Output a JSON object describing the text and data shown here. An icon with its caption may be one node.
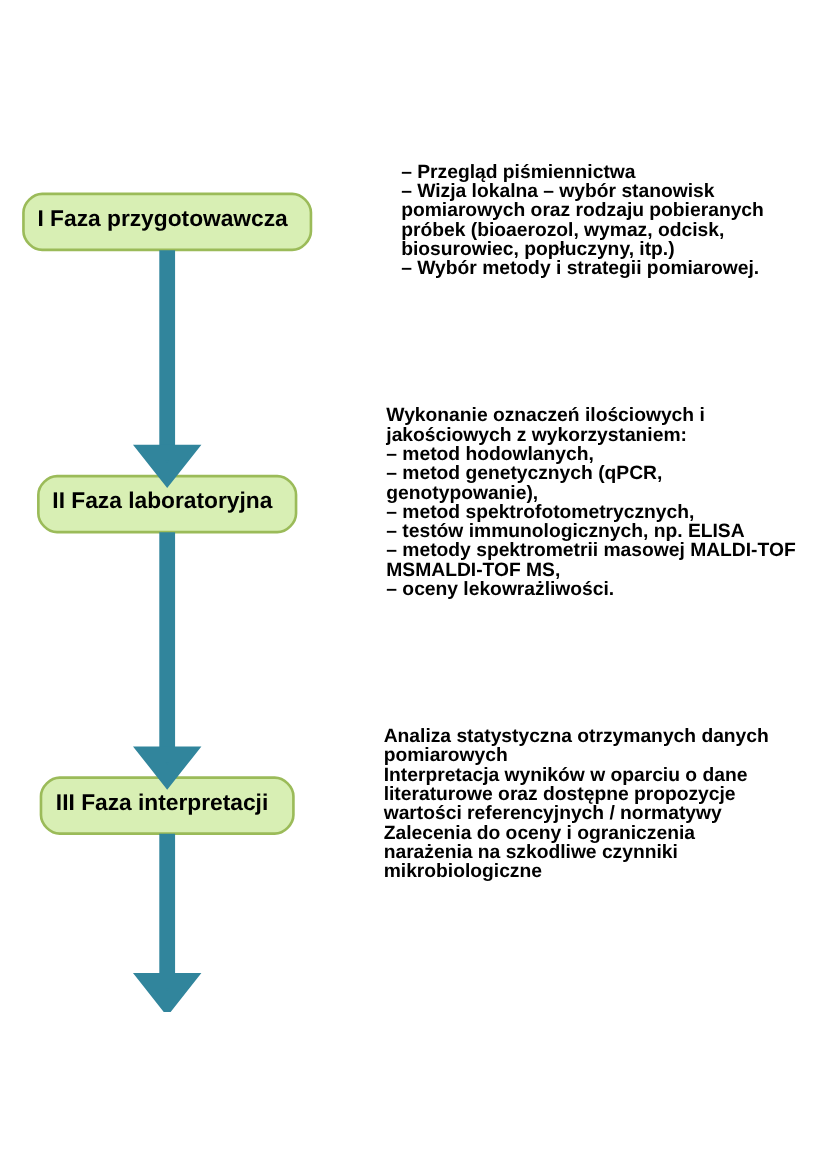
{
  "diagram": {
    "nodes": [
      {
        "text": [
          "I Faza przygotowawcza"
        ],
        "beside": [
          "– Przegląd piśmiennictwa",
          "– Wizja lokalna – wybór stanowisk pomiarowych oraz rodzaju pobieranych próbek (bioaerozol, wymaz, odcisk, biosurowiec, popłuczyny, itp.)",
          "– Wybór metody i strategii pomiarowej."
        ]
      },
      {
        "text": [
          "II Faza laboratoryjna"
        ],
        "beside": [
          "Wykonanie oznaczeń ilościowych i jakościowych z wykorzystaniem:",
          "– metod hodowlanych,",
          "– metod genetycznych (qPCR, genotypowanie),",
          "– metod spektrofotometrycznych,",
          "– testów immunologicznych, np. ELISA",
          "– metody spektrometrii masowej MALDI-TOF MSMALDI-TOF MS,",
          "– oceny lekowrażliwości."
        ]
      },
      {
        "text": [
          "III Faza interpretacji"
        ],
        "beside": [
          "Analiza statystyczna otrzymanych danych pomiarowych",
          "Interpretacja wyników w oparciu o dane literaturowe oraz dostępne propozycje wartości referencyjnych / normatywy",
          "Zalecenia do oceny i ograniczenia narażenia na szkodliwe czynniki mikrobiologiczne"
        ]
      }
    ],
    "edges": [
      {
        "from": 0,
        "to": 1,
        "arrow": "to"
      },
      {
        "from": 1,
        "to": 2,
        "arrow": "to"
      },
      {
        "from": 2,
        "to": null,
        "arrow": "to"
      }
    ]
  }
}
